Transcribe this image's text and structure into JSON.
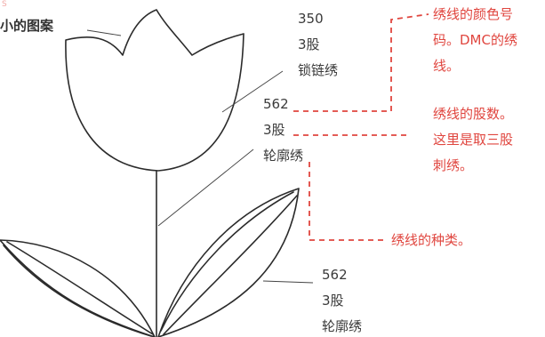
{
  "corner_mark": "S",
  "caption": "小的图案",
  "labels": {
    "flower": [
      "350",
      "3股",
      "锁链绣"
    ],
    "stem": [
      "562",
      "3股",
      "轮廓绣"
    ],
    "leaves": [
      "562",
      "3股",
      "轮廓绣"
    ]
  },
  "notes": {
    "color_code": [
      "绣线的颜色号",
      "码。DMC的绣",
      "线。"
    ],
    "strands": [
      "绣线的股数。",
      "这里是取三股",
      "刺绣。"
    ],
    "stitch_type": "绣线的种类。"
  },
  "colors": {
    "note_red": "#e0463f",
    "line_gray": "#2b2b2b",
    "label_text": "#3a3a3a"
  }
}
